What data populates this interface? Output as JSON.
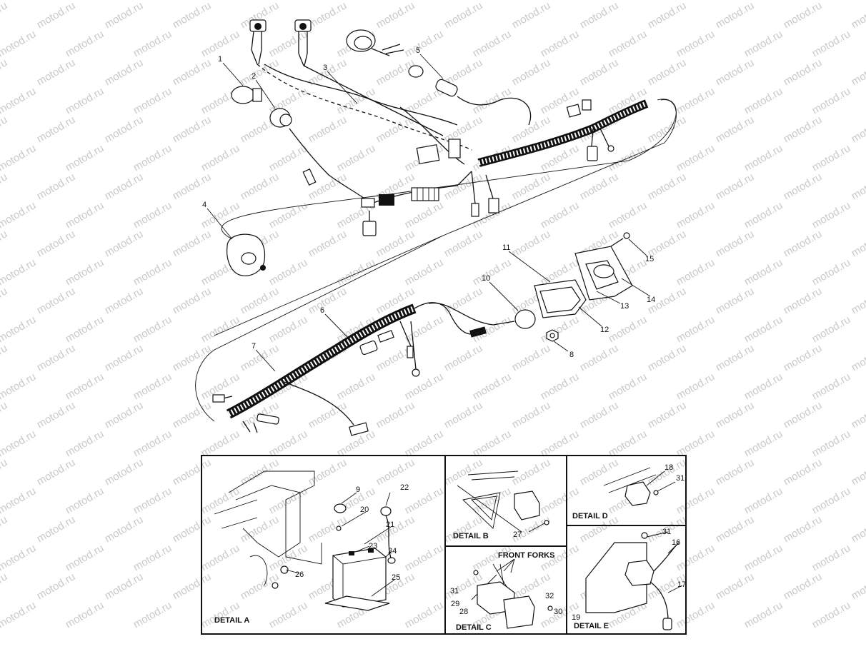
{
  "watermark": "motod.ru",
  "callouts": {
    "c1": "1",
    "c2": "2",
    "c3": "3",
    "c4": "4",
    "c5": "5",
    "c6": "6",
    "c7": "7",
    "c8": "8",
    "c9": "9",
    "c10": "10",
    "c11": "11",
    "c12": "12",
    "c13": "13",
    "c14": "14",
    "c15": "15",
    "c16": "16",
    "c17": "17",
    "c18": "18",
    "c19": "19",
    "c20": "20",
    "c21": "21",
    "c22": "22",
    "c23": "23",
    "c24": "24",
    "c25": "25",
    "c26": "26",
    "c27": "27",
    "c28": "28",
    "c29": "29",
    "c30": "30",
    "c31": "31",
    "c32": "32"
  },
  "details": {
    "a": "DETAIL A",
    "b": "DETAIL B",
    "c": "DETAIL C",
    "d": "DETAIL D",
    "e": "DETAIL E",
    "front_forks": "FRONT FORKS"
  }
}
